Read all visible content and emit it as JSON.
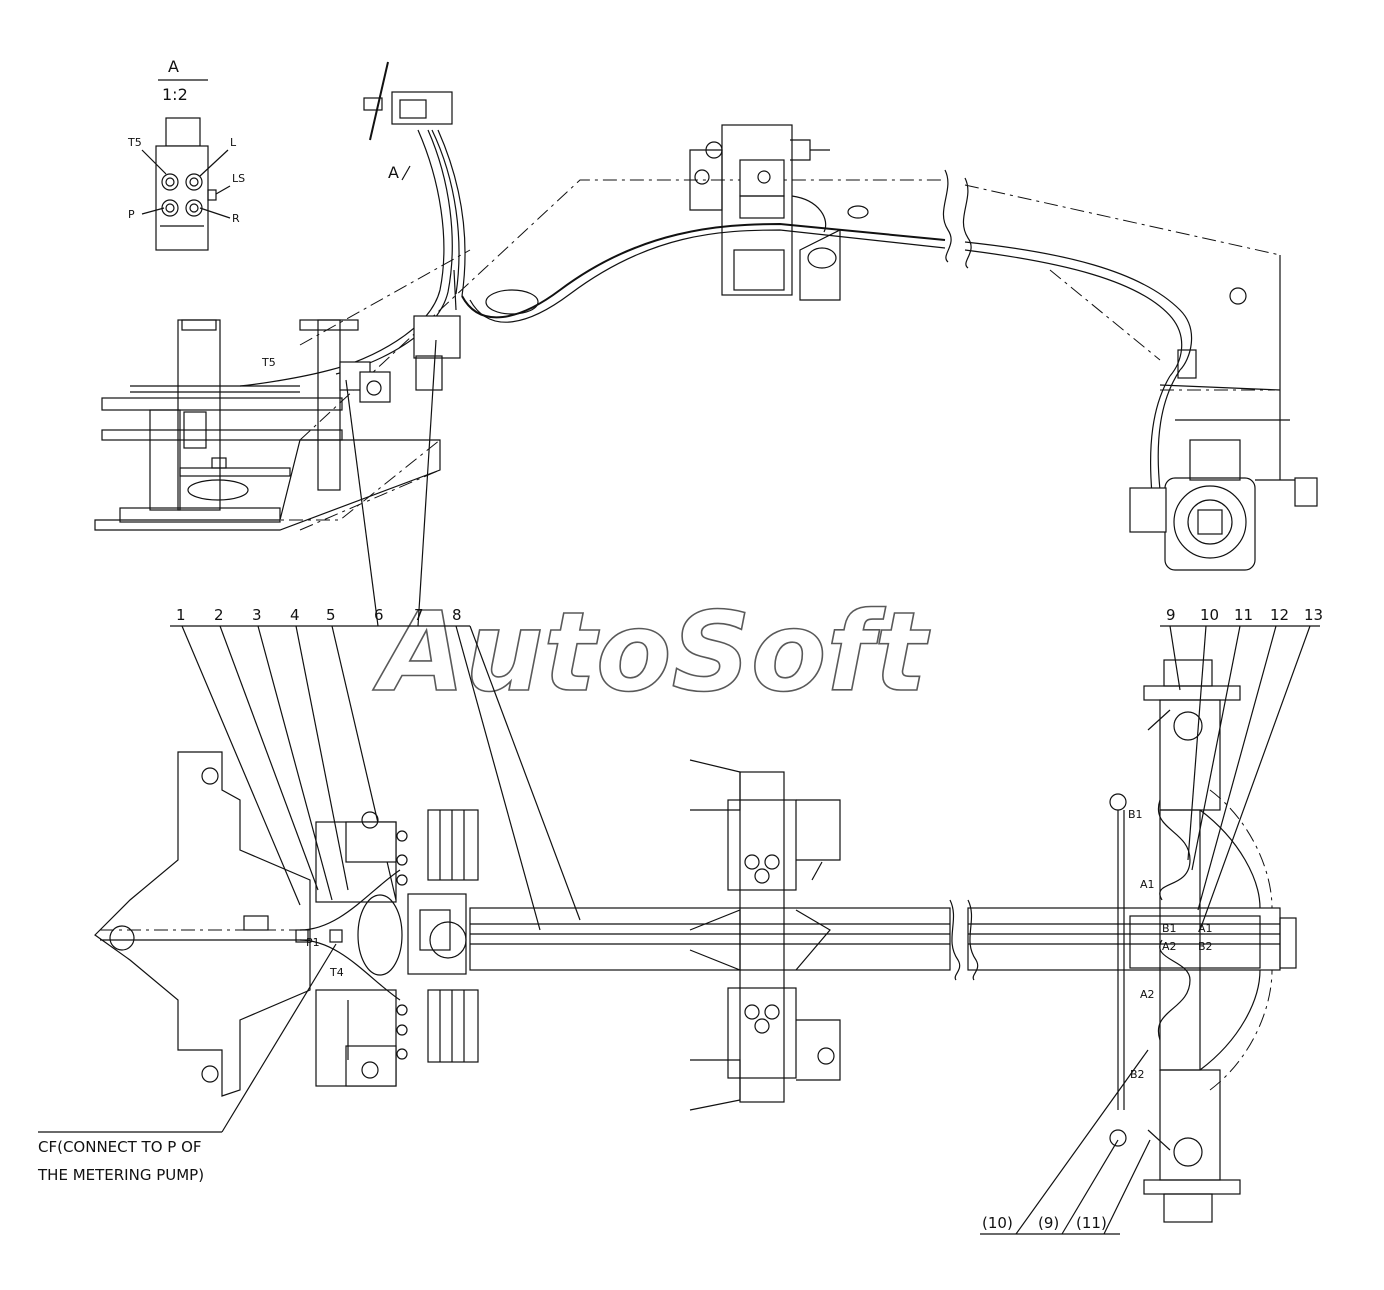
{
  "watermark": "AutoSoft",
  "detail": {
    "view": "A",
    "scale": "1:2",
    "ports": [
      "T5",
      "L",
      "LS",
      "P",
      "R"
    ]
  },
  "view_marker": "A",
  "part_numbers": [
    "1",
    "2",
    "3",
    "4",
    "5",
    "6",
    "7",
    "8",
    "9",
    "10",
    "11",
    "12",
    "13"
  ],
  "ref_numbers": [
    "(10)",
    "(9)",
    "(11)"
  ],
  "ports_bottom": {
    "b1_left": "B1",
    "a1_left": "A1",
    "b1_mid": "B1",
    "a1_right": "A1",
    "a2_mid": "A2",
    "b2_right": "B2",
    "a2_left": "A2",
    "b2_left": "B2",
    "p1": "P1",
    "t4": "T4",
    "t5_top": "T5"
  },
  "note": {
    "line1": "CF(CONNECT TO P OF",
    "line2": "THE METERING PUMP)"
  }
}
